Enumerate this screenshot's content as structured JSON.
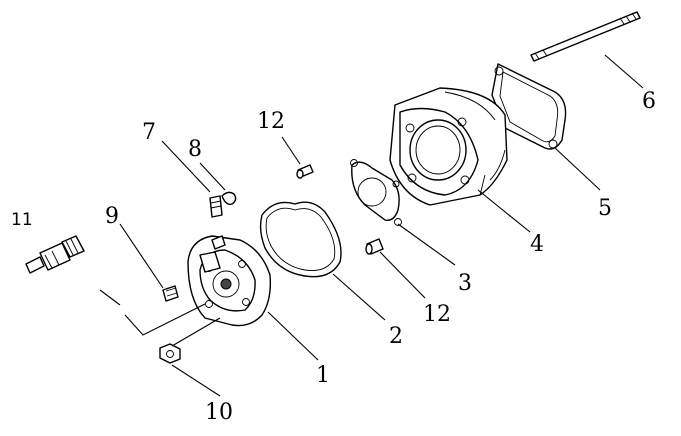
{
  "callouts": [
    {
      "id": "p1",
      "label": "1"
    },
    {
      "id": "p2",
      "label": "2"
    },
    {
      "id": "p3",
      "label": "3"
    },
    {
      "id": "p4",
      "label": "4"
    },
    {
      "id": "p5",
      "label": "5"
    },
    {
      "id": "p6",
      "label": "6"
    },
    {
      "id": "p7",
      "label": "7"
    },
    {
      "id": "p8",
      "label": "8"
    },
    {
      "id": "p9",
      "label": "9"
    },
    {
      "id": "p10",
      "label": "10"
    },
    {
      "id": "p11",
      "label": "11"
    },
    {
      "id": "p12a",
      "label": "12"
    },
    {
      "id": "p12b",
      "label": "12"
    }
  ]
}
